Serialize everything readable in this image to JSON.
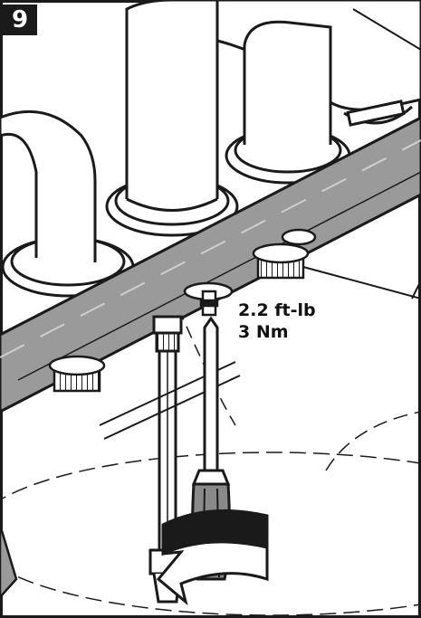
{
  "step": {
    "number": "9"
  },
  "torque": {
    "imperial": "2.2 ft-lb",
    "metric": "3 Nm"
  },
  "colors": {
    "line": "#1a1a1a",
    "countertop": "#9a9a9a",
    "screwdriver_handle": "#8a8a8a",
    "background": "#ffffff"
  }
}
